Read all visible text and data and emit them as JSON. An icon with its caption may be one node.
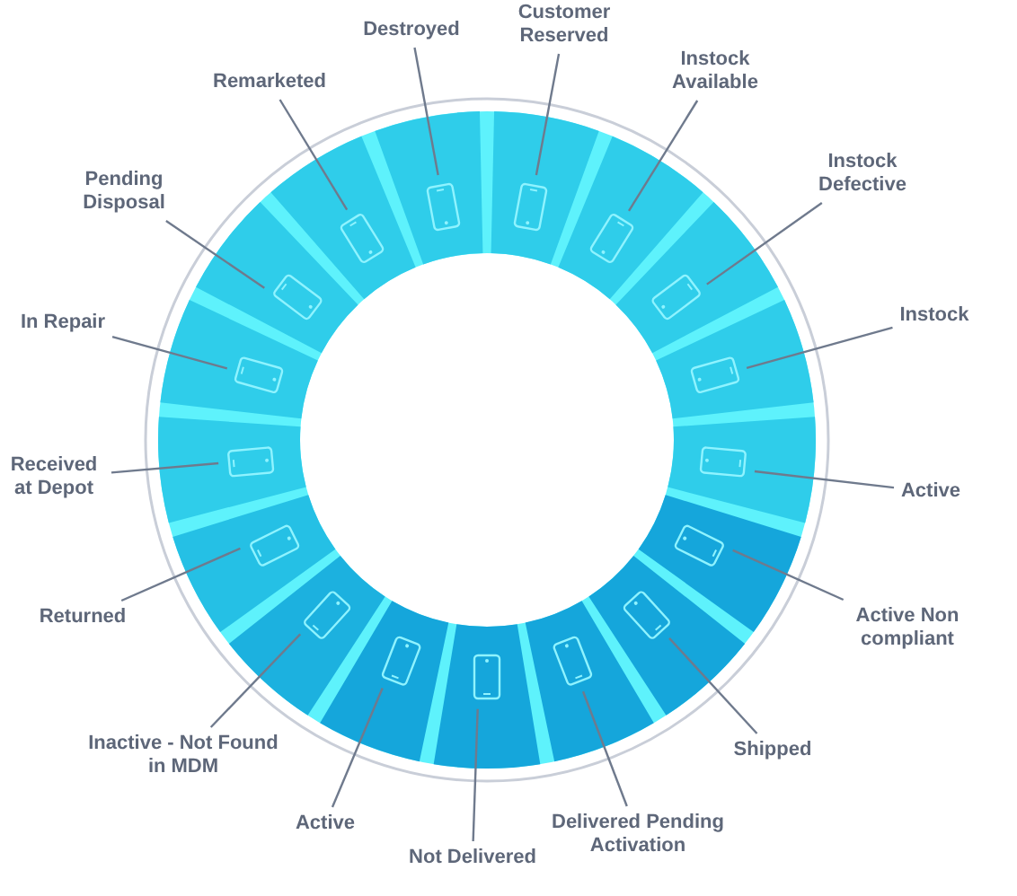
{
  "diagram": {
    "nodes": [
      {
        "text": [
          "Destroyed"
        ]
      },
      {
        "text": [
          "Customer Reserved"
        ]
      },
      {
        "text": [
          "Instock Available"
        ]
      },
      {
        "text": [
          "Instock Defective"
        ]
      },
      {
        "text": [
          "Instock"
        ]
      },
      {
        "text": [
          "Active"
        ]
      },
      {
        "text": [
          "Active Non compliant"
        ]
      },
      {
        "text": [
          "Shipped"
        ]
      },
      {
        "text": [
          "Delivered Pending Activation"
        ]
      },
      {
        "text": [
          "Not Delivered"
        ]
      },
      {
        "text": [
          "Active"
        ]
      },
      {
        "text": [
          "Inactive - Not Found in MDM"
        ]
      },
      {
        "text": [
          "Returned"
        ]
      },
      {
        "text": [
          "Received at Depot"
        ]
      },
      {
        "text": [
          "In Repair"
        ]
      },
      {
        "text": [
          "Pending Disposal"
        ]
      },
      {
        "text": [
          "Remarketed"
        ]
      },
      {
        "text": [],
        "shape": "picture"
      },
      {
        "text": [],
        "shape": "picture"
      },
      {
        "text": [],
        "shape": "picture"
      },
      {
        "text": [],
        "shape": "picture"
      },
      {
        "text": [],
        "shape": "picture"
      },
      {
        "text": [],
        "shape": "picture"
      },
      {
        "text": [],
        "shape": "picture"
      },
      {
        "text": [],
        "shape": "picture"
      },
      {
        "text": [],
        "shape": "picture"
      },
      {
        "text": [],
        "shape": "picture"
      },
      {
        "text": [],
        "shape": "picture"
      },
      {
        "text": [],
        "shape": "picture"
      },
      {
        "text": [],
        "shape": "picture"
      },
      {
        "text": [],
        "shape": "picture"
      },
      {
        "text": [],
        "shape": "picture"
      },
      {
        "text": [],
        "shape": "picture"
      },
      {
        "text": [],
        "shape": "picture"
      }
    ],
    "edges": [
      {
        "from": 0,
        "to": 17,
        "arrow": "none"
      },
      {
        "from": 1,
        "to": 18,
        "arrow": "none"
      },
      {
        "from": 2,
        "to": 19,
        "arrow": "none"
      },
      {
        "from": 3,
        "to": 20,
        "arrow": "none"
      },
      {
        "from": 4,
        "to": 21,
        "arrow": "none"
      },
      {
        "from": 5,
        "to": 22,
        "arrow": "none"
      },
      {
        "from": 6,
        "to": 23,
        "arrow": "none"
      },
      {
        "from": 7,
        "to": 24,
        "arrow": "none"
      },
      {
        "from": 8,
        "to": 25,
        "arrow": "none"
      },
      {
        "from": 9,
        "to": 26,
        "arrow": "none"
      },
      {
        "from": 10,
        "to": 27,
        "arrow": "none"
      },
      {
        "from": 11,
        "to": 28,
        "arrow": "none"
      },
      {
        "from": 12,
        "to": 29,
        "arrow": "none"
      },
      {
        "from": 13,
        "to": 30,
        "arrow": "none"
      },
      {
        "from": 14,
        "to": 31,
        "arrow": "none"
      },
      {
        "from": 15,
        "to": 32,
        "arrow": "none"
      },
      {
        "from": 16,
        "to": 33,
        "arrow": "none"
      }
    ]
  }
}
